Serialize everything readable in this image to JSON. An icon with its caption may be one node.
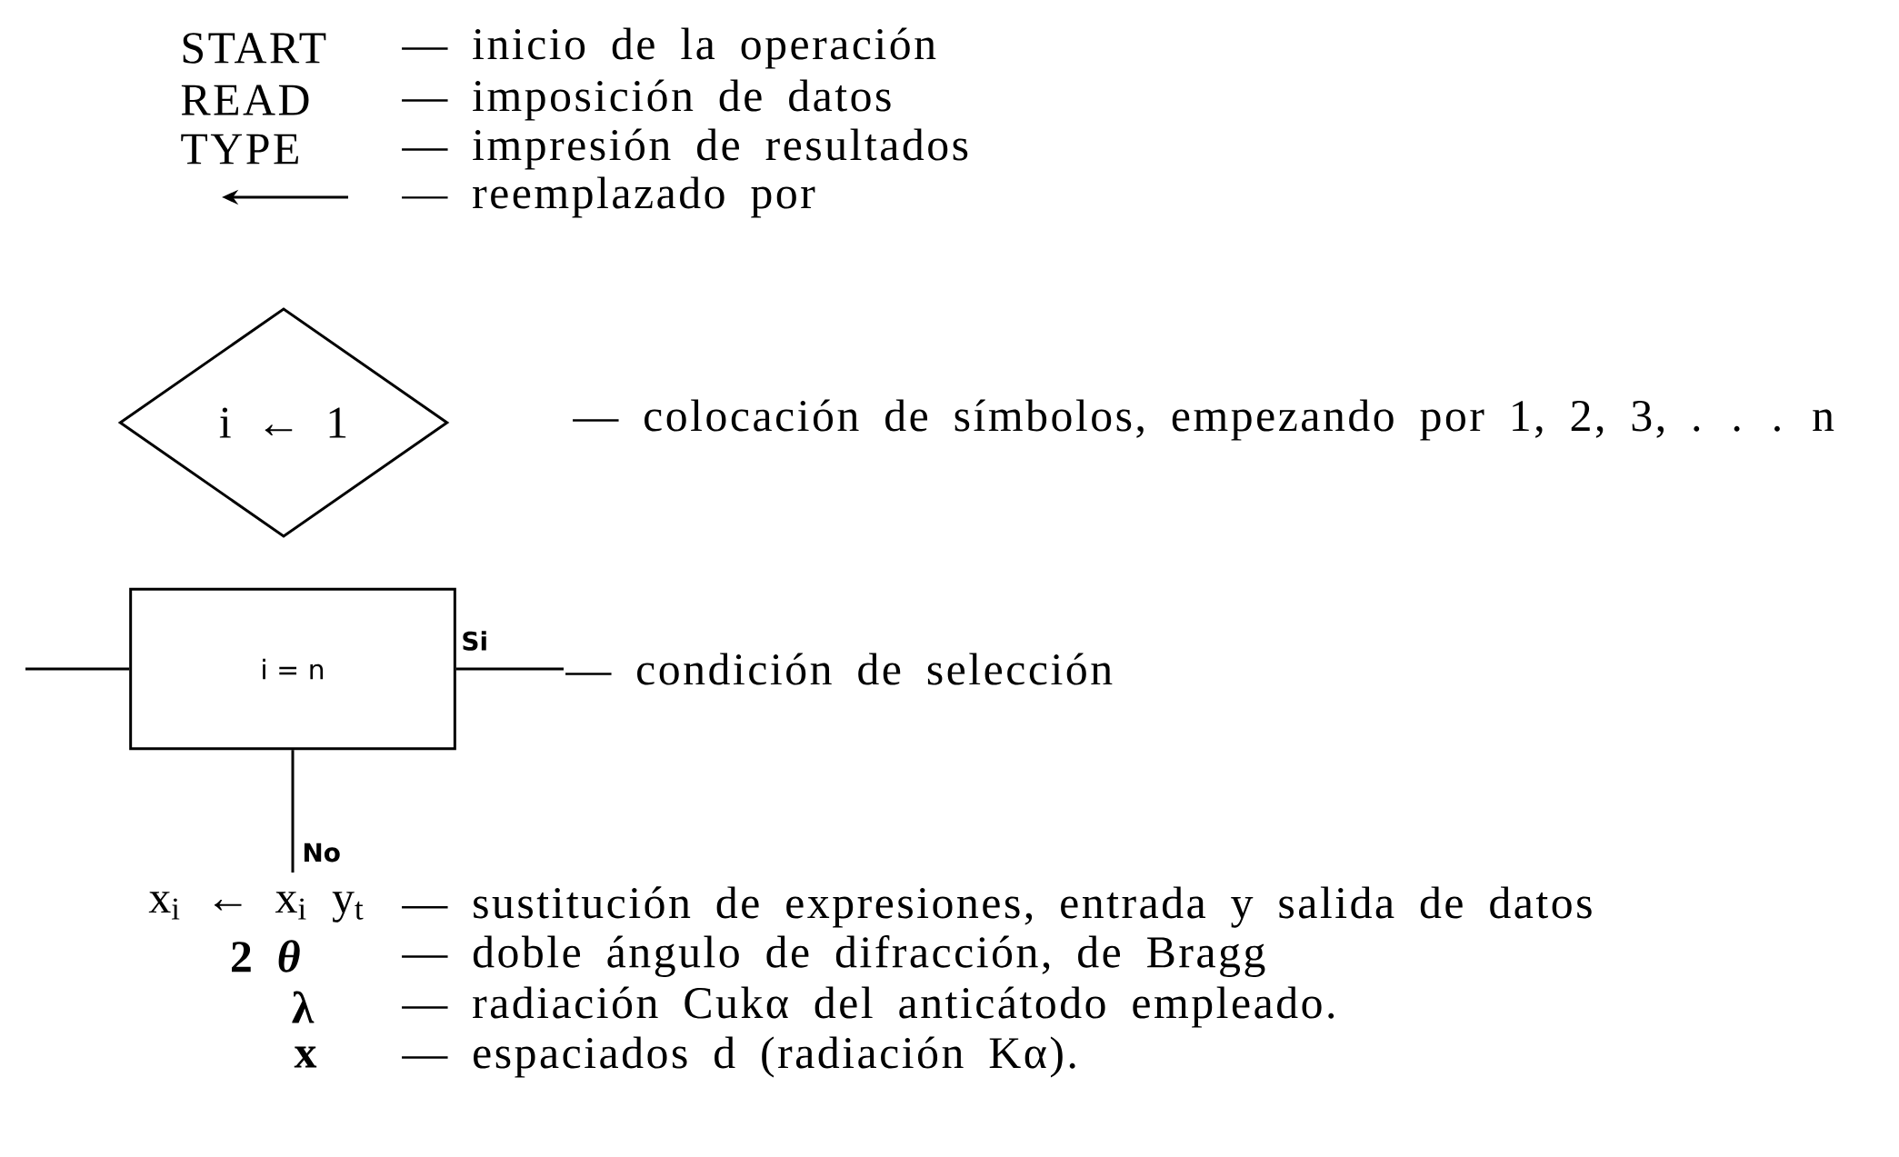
{
  "diagram": {
    "nodes": [
      {
        "text": [
          "i ← 1"
        ]
      },
      {
        "text": [
          "i = n"
        ]
      },
      {
        "text": [
          "— condición de selección"
        ]
      }
    ],
    "edges": [
      {
        "from": null,
        "to": 1,
        "arrow": "none"
      },
      {
        "from": 1,
        "to": 2,
        "arrow": "none",
        "label": "Si"
      },
      {
        "from": 1,
        "to": null,
        "arrow": "none",
        "label": "No"
      }
    ],
    "labels": [
      "START",
      "— inicio de la operación",
      "READ",
      "— imposición de datos",
      "TYPE",
      "— impresión de resultados",
      "— reemplazado por",
      "— colocación de símbolos, empezando por 1, 2, 3, . . . n",
      "x$_{i}$ ← x$_{i}$ y$_{t}$",
      "— sustitución de expresiones, entrada y salida de datos",
      "2 *θ*",
      "— doble ángulo de difracción, de Bragg",
      "λ",
      "— radiación Cukα del anticátodo empleado.",
      "x",
      "— espaciados d (radiación Kα)."
    ]
  }
}
